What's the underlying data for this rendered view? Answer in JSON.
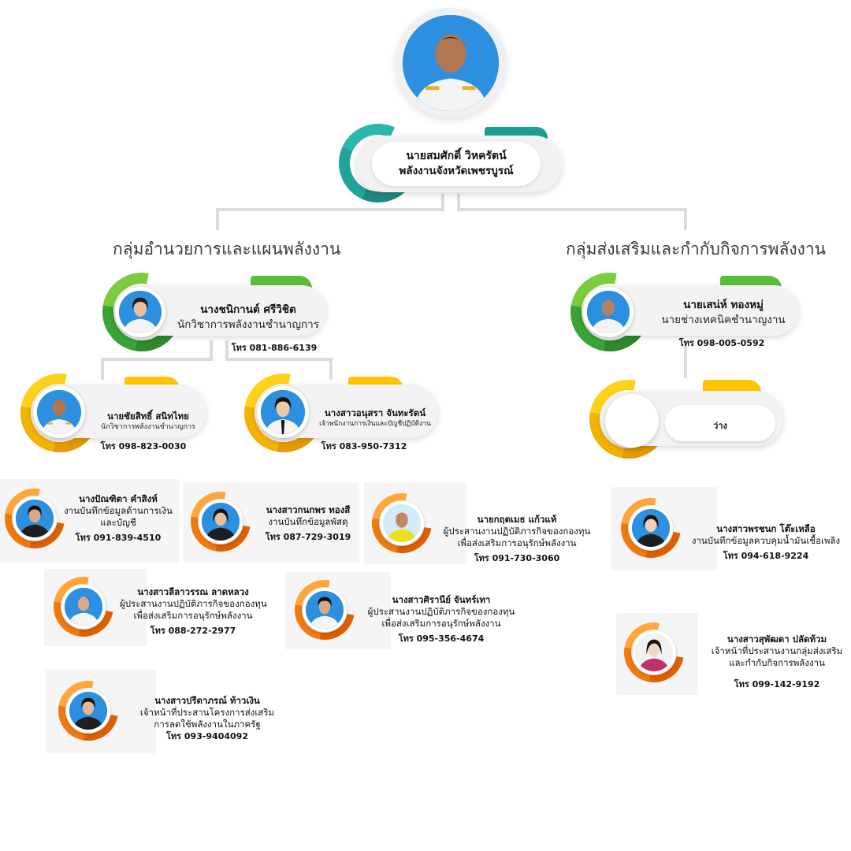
{
  "colors": {
    "teal": "#1b9d92",
    "green": "#59bf3a",
    "yellow": "#ffc400",
    "orange": "#f07a10",
    "connector": "#dcdcdc"
  },
  "chief": {
    "name": "นายสมศักดิ์ วิหครัตน์",
    "position": "พลังงานจังหวัดเพชรบูรณ์"
  },
  "groups": {
    "left": "กลุ่มอำนวยการและแผนพลังงาน",
    "right": "กลุ่มส่งเสริมและกำกับกิจการพลังงาน"
  },
  "left_head": {
    "name": "นางชนิกานต์ ศรีวิชิต",
    "position": "นักวิชาการพลังงานชำนาญการ",
    "phone": "โทร 081-886-6139"
  },
  "right_head": {
    "name": "นายเสน่ห์ ทองหมู่",
    "position": "นายช่างเทคนิคชำนาญงาน",
    "phone": "โทร 098-005-0592"
  },
  "left_sub": [
    {
      "name": "นายชัยสิทธิ์ สนิทไทย",
      "position": "นักวิชาการพลังงานชำนาญการ",
      "phone": "โทร 098-823-0030"
    },
    {
      "name": "นางสาวอนุสรา จันทะรัตน์",
      "position": "เจ้าพนักงานการเงินและบัญชีปฏิบัติงาน",
      "phone": "โทร 083-950-7312"
    }
  ],
  "right_sub": {
    "label": "ว่าง"
  },
  "staff": [
    {
      "name": "นางปัณฑิตา คำสิงห์",
      "lines": [
        "งานบันทึกข้อมูลด้านการเงิน",
        "และบัญชี"
      ],
      "phone": "โทร 091-839-4510"
    },
    {
      "name": "นางสาวกนกพร ทองสี",
      "lines": [
        "งานบันทึกข้อมูลพัสดุ"
      ],
      "phone": "โทร 087-729-3019"
    },
    {
      "name": "นายกฤตเมธ แก้วแท้",
      "lines": [
        "ผู้ประสานงานปฏิบัติภารกิจของกองทุน",
        "เพื่อส่งเสริมการอนุรักษ์พลังงาน"
      ],
      "phone": "โทร 091-730-3060"
    },
    {
      "name": "นางสาวพรชนก โต๊ะเหลือ",
      "lines": [
        "งานบันทึกข้อมูลควบคุมน้ำมันเชื้อเพลิง"
      ],
      "phone": "โทร 094-618-9224"
    },
    {
      "name": "นางสาวลีลาวรรณ ลาดหลวง",
      "lines": [
        "ผู้ประสานงานปฏิบัติภารกิจของกองทุน",
        "เพื่อส่งเสริมการอนุรักษ์พลังงาน"
      ],
      "phone": "โทร 088-272-2977"
    },
    {
      "name": "นางสาวศิรานีย์ จันทร์เทา",
      "lines": [
        "ผู้ประสานงานปฏิบัติภารกิจของกองทุน",
        "เพื่อส่งเสริมการอนุรักษ์พลังงาน"
      ],
      "phone": "โทร 095-356-4674"
    },
    {
      "name": "นางสาวสุพัฒตา ปลัดท้วม",
      "lines": [
        "เจ้าหน้าที่ประสานงานกลุ่มส่งเสริม",
        "และกำกับกิจการพลังงาน"
      ],
      "phone": "โทร 099-142-9192"
    },
    {
      "name": "นางสาวปรีดาภรณ์ ท้าวเงิน",
      "lines": [
        "เจ้าหน้าที่ประสานโครงการส่งเสริม",
        "การลดใช้พลังงานในภาครัฐ"
      ],
      "phone": "โทร 093-9404092"
    }
  ]
}
